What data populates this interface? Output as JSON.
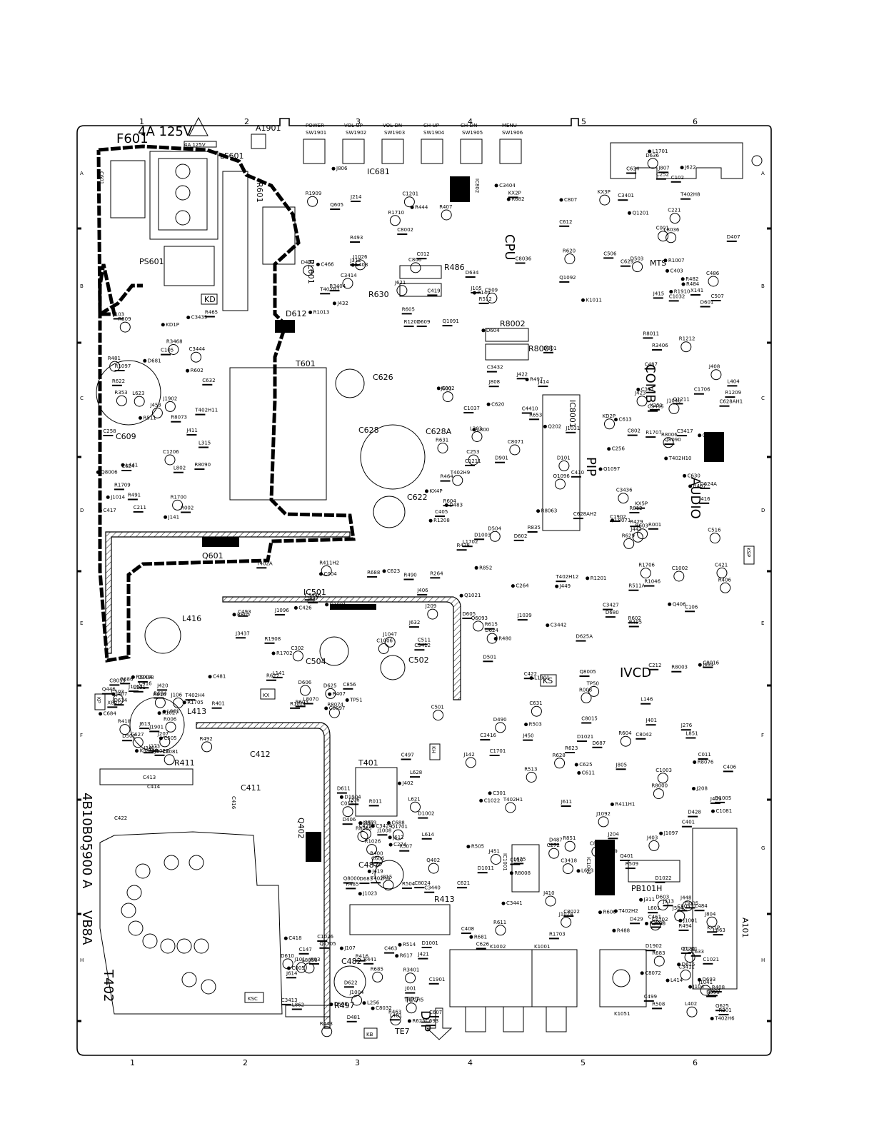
{
  "board": {
    "part_number": "4B10B05900 A",
    "model": "VB8A",
    "fuse_rating": "4A 125V",
    "fuse_rating_small": "4A 125V"
  },
  "grid": {
    "columns": [
      "1",
      "2",
      "3",
      "4",
      "5",
      "6"
    ],
    "rows": [
      "A",
      "B",
      "C",
      "D",
      "E",
      "F",
      "G",
      "H"
    ]
  },
  "switches": [
    {
      "name": "POWER",
      "ref": "SW1901"
    },
    {
      "name": "VOL-UP",
      "ref": "SW1902"
    },
    {
      "name": "VOL-DN",
      "ref": "SW1903"
    },
    {
      "name": "CH-UP",
      "ref": "SW1904"
    },
    {
      "name": "CH-DN",
      "ref": "SW1905"
    },
    {
      "name": "MENU",
      "ref": "SW1906"
    }
  ],
  "section_labels": {
    "cpu": "CPU",
    "mts": "MTS",
    "comb": "COMB",
    "pip": "PIP",
    "audio": "AUDIO",
    "ivcd": "IVCD",
    "dip": "DIP"
  },
  "box_labels": {
    "kd": "KD",
    "ks": "KS",
    "kx": "KX",
    "kp": "KP",
    "kh": "KH",
    "ksc": "KSC",
    "kb": "KB",
    "ksp": "KSP"
  },
  "major_parts": {
    "f601": "F601",
    "lf601": "LF601",
    "a1901": "A1901",
    "ps601": "PS601",
    "r601": "R601",
    "rl601": "RL601",
    "c601": "C601",
    "c609": "C609",
    "t601": "T601",
    "c626": "C626",
    "c628": "C628",
    "c628a": "C628A",
    "c622": "C622",
    "q601": "Q601",
    "ic501": "IC501",
    "l416": "L416",
    "l413": "L413",
    "r411": "R411",
    "c413": "C413",
    "c414": "C414",
    "c412": "C412",
    "c411": "C411",
    "c416": "C416",
    "c422": "C422",
    "t402": "T402",
    "t401": "T401",
    "q402": "Q402",
    "c487": "C487",
    "r413": "R413",
    "c482": "C482",
    "r497": "R497",
    "tp7": "TP7",
    "te7": "TE7",
    "ic681": "IC681",
    "ic802": "IC802",
    "r486": "R486",
    "r630": "R630",
    "d612": "D612",
    "ic8001": "IC8001",
    "ic1001": "IC1001",
    "ic1002": "IC1002",
    "pb101h": "PB101H",
    "a101": "A101",
    "k1002": "K1002",
    "k1001": "K1001",
    "k1051": "K1051",
    "c504": "C504",
    "c502": "C502",
    "r8002": "R8002",
    "r8001": "R8001",
    "c609_lbl": "C609"
  },
  "small_refs": [
    "C806",
    "C807",
    "D901",
    "C1902",
    "J1902",
    "L1901",
    "R688",
    "D687",
    "C683",
    "C688",
    "R686",
    "C693",
    "R683",
    "R682",
    "C629",
    "R653",
    "R629",
    "D681",
    "D680",
    "R627",
    "R628",
    "R681",
    "D683",
    "R684",
    "R685",
    "D693",
    "Q605",
    "C634",
    "R631",
    "C630",
    "C632",
    "D625A",
    "D625",
    "C625",
    "L625",
    "L628",
    "C627",
    "R625",
    "Q625",
    "D634",
    "D636",
    "L800",
    "C802",
    "L802",
    "C631",
    "R805",
    "J805",
    "C626",
    "J815",
    "L861",
    "L862",
    "L863",
    "R1909",
    "R1910",
    "R835",
    "R812",
    "R809",
    "R852",
    "C856",
    "L851",
    "R851",
    "C853",
    "X801",
    "J803",
    "J804",
    "J806",
    "J807",
    "J808",
    "R8006",
    "Q8006",
    "Q8005",
    "L8070",
    "R8000",
    "R8008",
    "Q8000",
    "C8059",
    "L8058",
    "C8072",
    "C8002",
    "R8011",
    "C8071",
    "L8071",
    "R8073",
    "C8016",
    "R8074",
    "R8076",
    "C8022",
    "C8024",
    "C8081",
    "C8032",
    "C8033",
    "C8036",
    "L8036",
    "R8063",
    "Q8090",
    "R8090",
    "Q6093",
    "C8097",
    "C8042",
    "L8049",
    "R8065",
    "R8004",
    "C1901",
    "D1902",
    "C3414",
    "K1011",
    "D1003",
    "C3417",
    "C3444",
    "C3442",
    "C3412",
    "C3416",
    "C3418",
    "C3424",
    "C3408",
    "C3413",
    "C3411",
    "C3404",
    "C3401",
    "C3432",
    "C3436",
    "C3439",
    "C3427",
    "C3446",
    "C1003",
    "C3441",
    "C3440",
    "J3401",
    "R3401",
    "R3403",
    "R3404",
    "R3406",
    "L303",
    "C311",
    "L315",
    "R8003",
    "C302",
    "C301",
    "J313",
    "R011",
    "R006",
    "C005",
    "C007",
    "C012",
    "C001",
    "C002",
    "R001",
    "R002",
    "R008",
    "C004",
    "C011",
    "C010",
    "C015",
    "IC003",
    "J001",
    "Q005",
    "C1201",
    "Q1201",
    "C1211",
    "Q1211",
    "C1206",
    "R1201",
    "J3437",
    "C8015",
    "C8027",
    "D1904",
    "J1901",
    "C607",
    "D603",
    "D604",
    "D601",
    "D602",
    "KD2P",
    "KD1P",
    "R602",
    "R603",
    "R604",
    "R606",
    "D611",
    "D614",
    "D610",
    "D615",
    "D609",
    "C612",
    "J601",
    "C613",
    "R622",
    "R615",
    "D606",
    "C611",
    "L601",
    "C606",
    "R616",
    "R617",
    "C633",
    "R605",
    "R620",
    "C620",
    "D624A",
    "C624",
    "D624",
    "C623",
    "R623",
    "C621",
    "L621",
    "C684",
    "D622",
    "C499",
    "J621",
    "J622",
    "C628AH2",
    "C628AH1",
    "L623",
    "J631",
    "J632",
    "J611",
    "R611",
    "J612",
    "J613",
    "J614",
    "J504",
    "R444",
    "D801",
    "C4410",
    "J442",
    "L441",
    "R495",
    "R490",
    "D490",
    "R488",
    "C497",
    "Q446",
    "R443",
    "J311",
    "J312",
    "C252",
    "C253",
    "C256",
    "C258",
    "C212",
    "J209",
    "J208",
    "J204",
    "J206",
    "J207",
    "L256",
    "R201",
    "J214",
    "C221",
    "Q202",
    "X251",
    "C211",
    "C421",
    "C426",
    "C401",
    "Q401",
    "R400",
    "C505",
    "R441",
    "D351",
    "C509",
    "C403",
    "C405",
    "L404",
    "J453",
    "J449",
    "J447",
    "J450",
    "J451",
    "J452",
    "C416",
    "C463",
    "C461",
    "C466",
    "C506",
    "R464",
    "C516",
    "R511",
    "R511A",
    "C511",
    "R513",
    "R505",
    "R507",
    "D502",
    "R463",
    "L414",
    "C419",
    "C507",
    "D504",
    "R467",
    "R465",
    "D501",
    "C501",
    "R503",
    "R509",
    "R504",
    "C503",
    "R514",
    "R508",
    "R512",
    "D503",
    "R497",
    "C1706",
    "R1709",
    "R1706",
    "R1702",
    "C1701",
    "R1703",
    "Q1701",
    "R1705",
    "Q1705",
    "C1702",
    "R1710",
    "L1701",
    "L1702",
    "R1707",
    "R1700",
    "C264",
    "R264",
    "J276",
    "C272",
    "C274",
    "J273",
    "C147",
    "C131",
    "R144",
    "X141",
    "R604",
    "R603",
    "J141",
    "L146",
    "L141",
    "J142",
    "L613",
    "L614",
    "L101",
    "J101",
    "J104",
    "J105",
    "C102",
    "D101",
    "C101",
    "C105",
    "C106",
    "C1006",
    "C1022",
    "D1022",
    "D1002",
    "J106",
    "J107",
    "Q1201",
    "R1202",
    "R1212",
    "R1208",
    "R1209",
    "J103",
    "C1002",
    "D1001",
    "D1005",
    "D1011",
    "R1026",
    "R1027",
    "C1026",
    "C1021",
    "J1026",
    "R1007",
    "C1037",
    "C3435",
    "R3468",
    "Q1021",
    "R1021",
    "D1021",
    "J1024",
    "J1023",
    "J1022",
    "D1001",
    "J1041",
    "R1013",
    "C1032",
    "J1031",
    "J1040",
    "J1014",
    "J1039",
    "J1096",
    "J1092",
    "J1097",
    "J1008",
    "J1007",
    "J1004",
    "J1001",
    "Q1091",
    "Q1092",
    "Q1096",
    "Q1097",
    "R1097",
    "R1046",
    "J1047",
    "C1081",
    "D487",
    "R485",
    "R492",
    "D508",
    "R494",
    "R493",
    "C486",
    "D483",
    "C487",
    "R491",
    "TP50",
    "TP51",
    "D428",
    "D429",
    "C429",
    "C481",
    "D481",
    "C484",
    "D482",
    "R482",
    "R428",
    "R429",
    "R481",
    "R480",
    "C493",
    "J401",
    "J403",
    "J402",
    "R401",
    "L401",
    "L402",
    "L403",
    "D407",
    "C410",
    "J408",
    "C417",
    "C422",
    "T402A",
    "T402H1",
    "T402H2",
    "T402H3",
    "T402H4",
    "T402H5",
    "T402H6",
    "T402H7",
    "T402H8",
    "T402H9",
    "T402H10",
    "T402H11",
    "T402H12",
    "R411H2",
    "R411H1",
    "C473",
    "D406",
    "R418",
    "C418",
    "KX1P",
    "KX2P",
    "KX3P",
    "KX4P",
    "KX5P",
    "J411",
    "R406",
    "R407",
    "C406",
    "C408",
    "Q402",
    "J407",
    "R416",
    "R408",
    "R407",
    "R484",
    "J414",
    "J416",
    "R353",
    "Q406",
    "J406",
    "J409",
    "J410",
    "J419",
    "J420",
    "J421",
    "J448",
    "J432",
    "J415",
    "J422",
    "J423",
    "R602",
    "D605",
    "R1908"
  ],
  "notes": {
    "col_markers_top": [
      "1",
      "2",
      "3",
      "4",
      "5",
      "6"
    ],
    "col_markers_bottom": [
      "1",
      "2",
      "3",
      "4",
      "5",
      "6"
    ]
  }
}
